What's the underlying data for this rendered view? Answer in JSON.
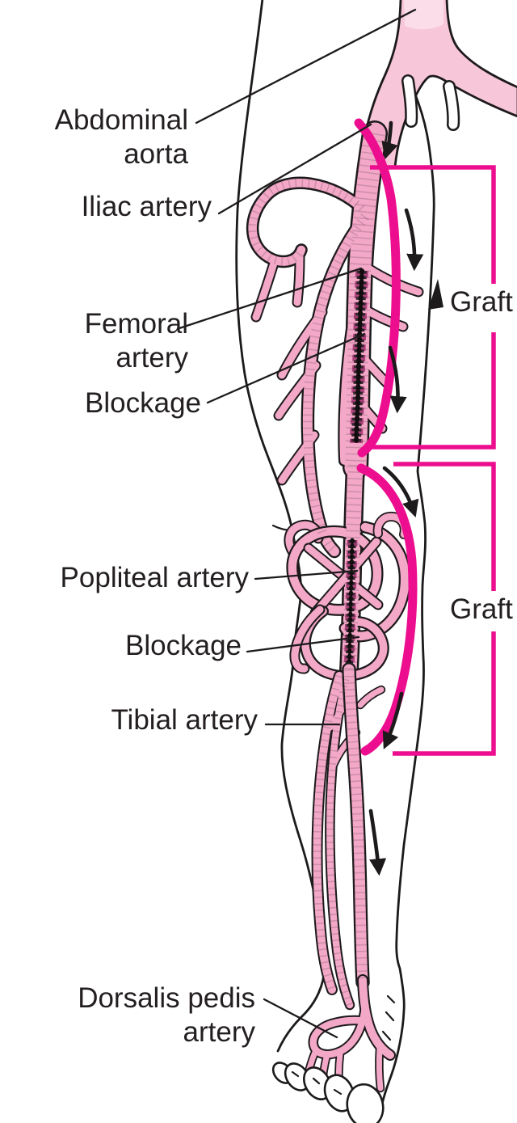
{
  "labels": {
    "abdominal_aorta": {
      "line1": "Abdominal",
      "line2": "aorta"
    },
    "iliac_artery": {
      "text": "Iliac artery"
    },
    "femoral_artery": {
      "line1": "Femoral",
      "line2": "artery"
    },
    "blockage_upper": {
      "text": "Blockage"
    },
    "popliteal_artery": {
      "text": "Popliteal artery"
    },
    "blockage_lower": {
      "text": "Blockage"
    },
    "tibial_artery": {
      "text": "Tibial artery"
    },
    "dorsalis_pedis_artery": {
      "line1": "Dorsalis pedis",
      "line2": "artery"
    },
    "graft_upper": {
      "text": "Graft"
    },
    "graft_lower": {
      "text": "Graft"
    }
  },
  "colors": {
    "magenta": "#EC0E8F",
    "artery_pink": "#F3A8C8",
    "artery_light": "#F7C6D9",
    "outline": "#1D1A1B",
    "text": "#231F20",
    "background": "#FFFFFF"
  }
}
